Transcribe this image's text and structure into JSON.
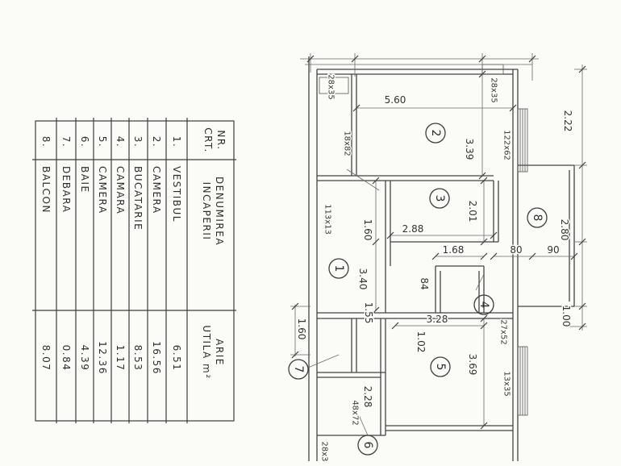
{
  "table": {
    "header": {
      "nr": [
        "NR.",
        "CRT."
      ],
      "name": [
        "DENUMIREA",
        "INCAPERII"
      ],
      "area": [
        "ARIE",
        "UTILA m²"
      ]
    },
    "rows": [
      {
        "nr": "1.",
        "name": "VESTIBUL",
        "area": "6.51"
      },
      {
        "nr": "2.",
        "name": "CAMERA",
        "area": "16.56"
      },
      {
        "nr": "3.",
        "name": "BUCATARIE",
        "area": "8.53"
      },
      {
        "nr": "4.",
        "name": "CAMARA",
        "area": "1.17"
      },
      {
        "nr": "5.",
        "name": "CAMERA",
        "area": "12.36"
      },
      {
        "nr": "6.",
        "name": "BAIE",
        "area": "4.39"
      },
      {
        "nr": "7.",
        "name": "DEBARA",
        "area": "0.84"
      },
      {
        "nr": "8.",
        "name": "BALCON",
        "area": "8.07"
      }
    ]
  },
  "plan": {
    "room_markers": [
      "1",
      "2",
      "3",
      "4",
      "5",
      "6",
      "7",
      "8"
    ],
    "dimensions": [
      "5.60",
      "3.39",
      "2.22",
      "2.01",
      "2.80",
      "1.60",
      "2.88",
      "1.68",
      "80",
      "90",
      "3.40",
      "84",
      "1.00",
      "1.55",
      "3.28",
      "1.02",
      "3.69",
      "2.28",
      "1.60"
    ],
    "openings": [
      "28x35",
      "28x35",
      "18x82",
      "122x62",
      "113x13",
      "27x52",
      "13x35",
      "48x72",
      "28x3"
    ]
  }
}
